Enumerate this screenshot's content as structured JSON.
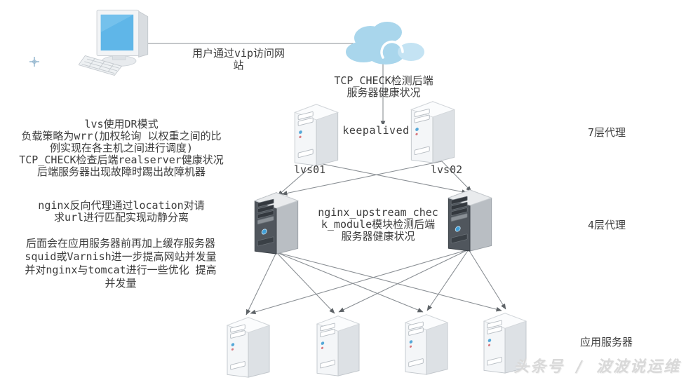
{
  "diagram": {
    "title_context": "lvs-keepalived-nginx-architecture",
    "labels": {
      "user_access": "用户通过vip访问网\n站",
      "tcp_check_cloud": "TCP_CHECK检测后端\n服务器健康状况",
      "keepalived": "keepalived",
      "lvs01": "lvs01",
      "lvs02": "lvs02",
      "layer7_proxy": "7层代理",
      "layer4_proxy": "4层代理",
      "upstream_check": "nginx_upstream_chec\nk_module模块检测后端\n服务器健康状况",
      "app_servers": "应用服务器"
    },
    "notes": {
      "lvs_note": "lvs使用DR模式\n负载策略为wrr(加权轮询 以权重之间的比\n例实现在各主机之间进行调度)\nTCP_CHECK检查后端realserver健康状况\n后端服务器出现故障时踢出故障机器",
      "nginx_note": "nginx反向代理通过location对请\n求url进行匹配实现动静分离",
      "cache_note": "后面会在应用服务器前再加上缓存服务器\nsquid或Varnish进一步提高网站并发量\n并对nginx与tomcat进行一些优化 提高\n并发量"
    },
    "watermark": "头条号 / 波波说运维",
    "icons": {
      "client": "desktop-computer-icon",
      "internet": "cloud-icon",
      "lvs_servers": "light-tower-server-icon",
      "nginx_servers": "dark-tower-server-icon",
      "app_servers": "light-tower-server-icon",
      "cursor": "crosshair-icon"
    },
    "colors": {
      "cloud": "#a9d6ec",
      "screen_blue": "#5fb6e8",
      "server_light_front": "#f4f6f8",
      "server_dark_front": "#50565d",
      "connector_line": "#8a8f94",
      "text": "#3c3c3c",
      "watermark": "#d9d9d9"
    }
  }
}
